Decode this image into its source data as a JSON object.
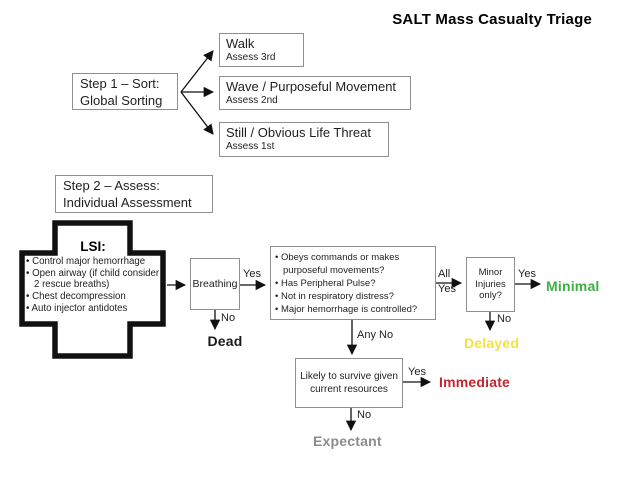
{
  "title": "SALT Mass Casualty Triage",
  "step1": {
    "line1": "Step 1 – Sort:",
    "line2": "Global Sorting",
    "branches": [
      {
        "title": "Walk",
        "subtitle": "Assess 3rd"
      },
      {
        "title": "Wave / Purposeful Movement",
        "subtitle": "Assess 2nd"
      },
      {
        "title": "Still / Obvious Life Threat",
        "subtitle": "Assess 1st"
      }
    ]
  },
  "step2": {
    "line1": "Step 2 – Assess:",
    "line2": "Individual Assessment"
  },
  "lsi": {
    "title": "LSI:",
    "items": [
      "• Control major hemorrhage",
      "• Open airway (if child consider 2 rescue breaths)",
      "• Chest decompression",
      "• Auto injector antidotes"
    ]
  },
  "breathing": {
    "label": "Breathing"
  },
  "assessment": {
    "items": [
      "• Obeys commands or makes purposeful movements?",
      "• Has Peripheral Pulse?",
      "• Not in respiratory distress?",
      "• Major hemorrhage is controlled?"
    ]
  },
  "minor_injuries": {
    "line1": "Minor",
    "line2": "Injuries",
    "line3": "only?"
  },
  "survival": {
    "line1": "Likely to survive given",
    "line2": "current resources"
  },
  "edge_labels": {
    "breathing_yes": "Yes",
    "breathing_no": "No",
    "all_yes_line1": "All",
    "all_yes_line2": "Yes",
    "minor_yes": "Yes",
    "minor_no": "No",
    "any_no": "Any No",
    "survival_yes": "Yes",
    "survival_no": "No"
  },
  "outcomes": {
    "dead": {
      "label": "Dead",
      "color": "#1a1a1a"
    },
    "minimal": {
      "label": "Minimal",
      "color": "#3cb043"
    },
    "delayed": {
      "label": "Delayed",
      "color": "#f2e33e"
    },
    "immediate": {
      "label": "Immediate",
      "color": "#c1272d"
    },
    "expectant": {
      "label": "Expectant",
      "color": "#8c8c8c"
    }
  }
}
